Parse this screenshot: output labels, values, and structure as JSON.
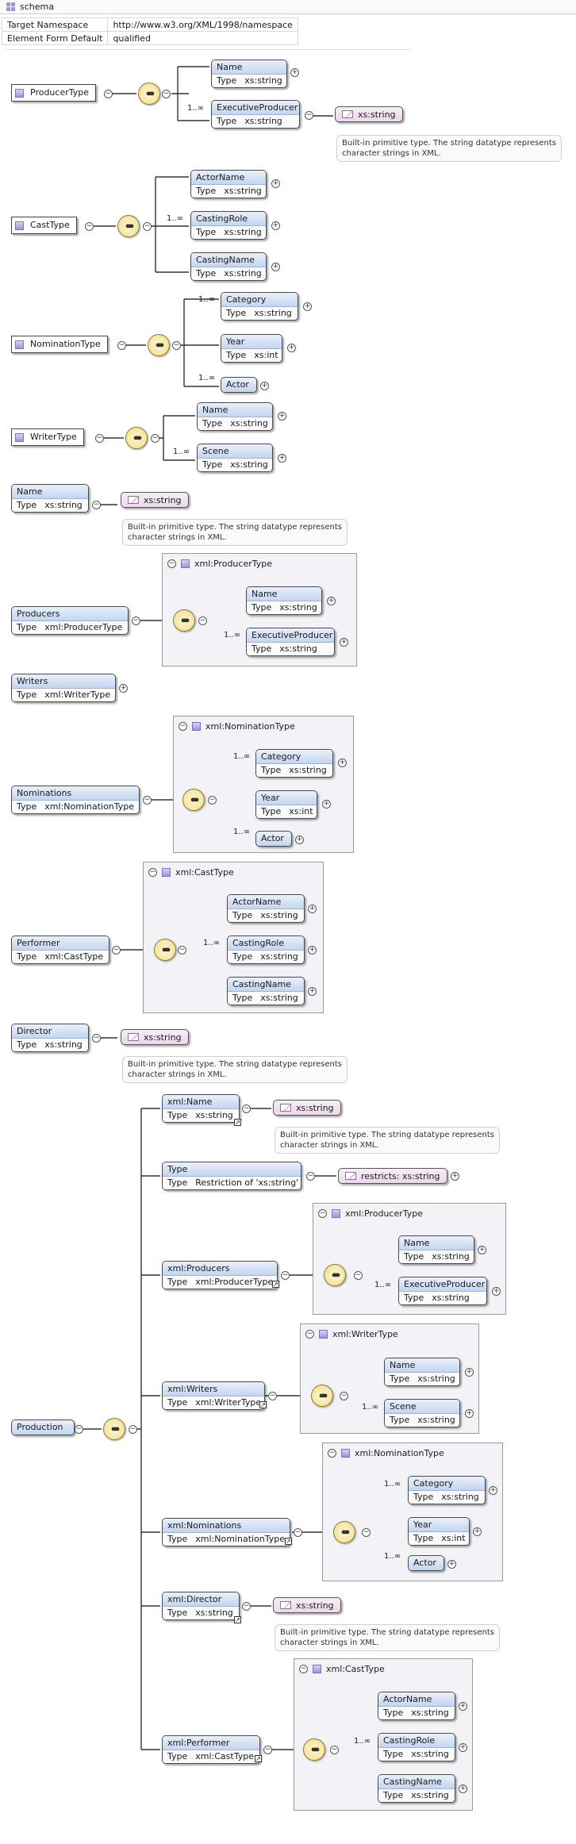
{
  "schema": {
    "title": "schema",
    "target_namespace_label": "Target Namespace",
    "target_namespace_value": "http://www.w3.org/XML/1998/namespace",
    "element_form_default_label": "Element Form Default",
    "element_form_default_value": "qualified"
  },
  "labels": {
    "type": "Type",
    "xs_string": "xs:string",
    "xs_int": "xs:int",
    "multiplicity": "1..∞",
    "note_line1": "Built-in primitive type. The string datatype represents",
    "note_line2": "character strings in XML.",
    "restricts": "restricts: xs:string"
  },
  "types": {
    "ProducerType": "ProducerType",
    "CastType": "CastType",
    "NominationType": "NominationType",
    "WriterType": "WriterType"
  },
  "fields": {
    "Name": "Name",
    "ExecutiveProducer": "ExecutiveProducer",
    "ActorName": "ActorName",
    "CastingRole": "CastingRole",
    "CastingName": "CastingName",
    "Category": "Category",
    "Year": "Year",
    "Actor": "Actor",
    "Scene": "Scene"
  },
  "elements": {
    "Name": "Name",
    "Producers": "Producers",
    "Writers": "Writers",
    "Nominations": "Nominations",
    "Performer": "Performer",
    "Director": "Director",
    "Production": "Production",
    "Type": "Type"
  },
  "type_refs": {
    "ProducerType": "xml:ProducerType",
    "WriterType": "xml:WriterType",
    "NominationType": "xml:NominationType",
    "CastType": "xml:CastType",
    "restriction": "Restriction of 'xs:string'"
  },
  "refs": {
    "Name": "xml:Name",
    "Producers": "xml:Producers",
    "Writers": "xml:Writers",
    "Nominations": "xml:Nominations",
    "Director": "xml:Director",
    "Performer": "xml:Performer"
  },
  "icons": {
    "collapse": "collapse-icon",
    "expand": "expand-icon",
    "sequence": "sequence-icon",
    "simple_type": "simple-type-icon",
    "complex_type": "complex-type-icon",
    "reference_arrow": "reference-arrow-icon"
  }
}
